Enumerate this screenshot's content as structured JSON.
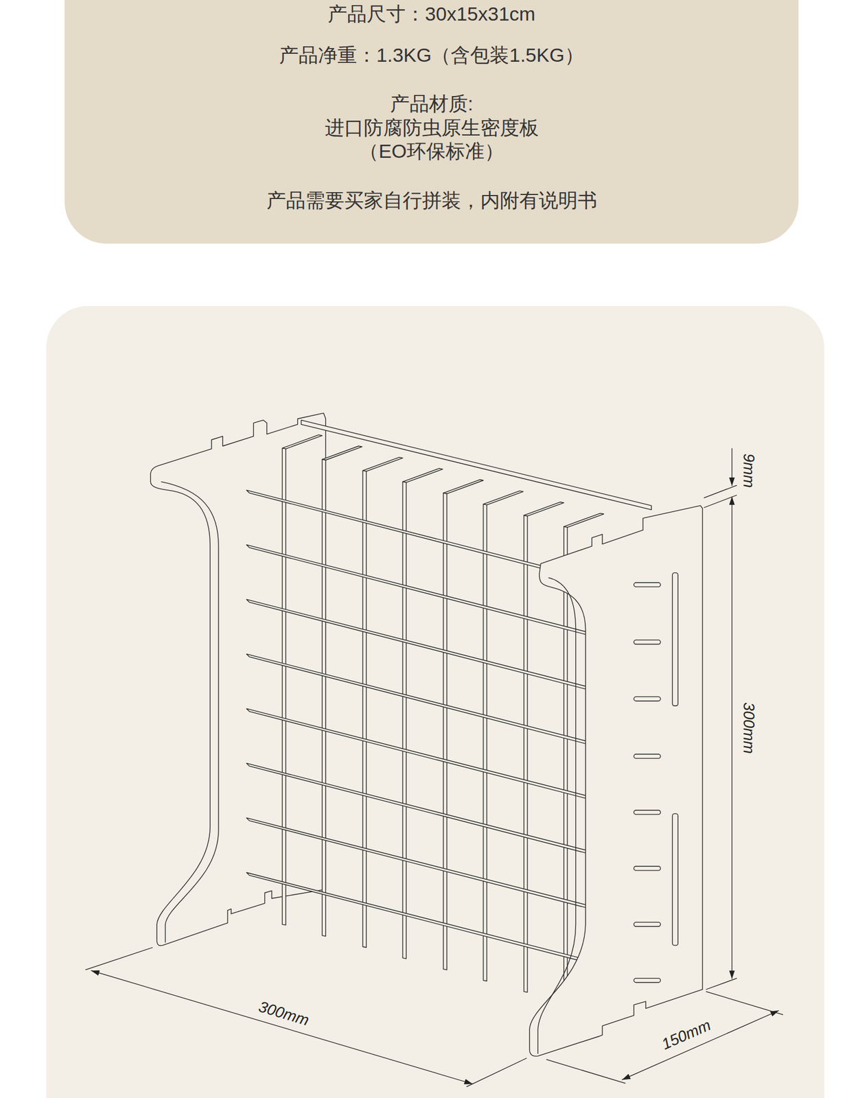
{
  "diagram": {
    "nodes": [
      {
        "text": [
          "产品尺寸：30x15x31cm",
          "产品净重：1.3KG（含包装1.5KG）",
          "产品材质:",
          "进口防腐防虫原生密度板",
          "（EO环保标准）",
          "产品需要买家自行拼装，内附有说明书"
        ]
      }
    ],
    "labels": [
      "9mm",
      "300mm",
      "300mm",
      "150mm"
    ]
  }
}
